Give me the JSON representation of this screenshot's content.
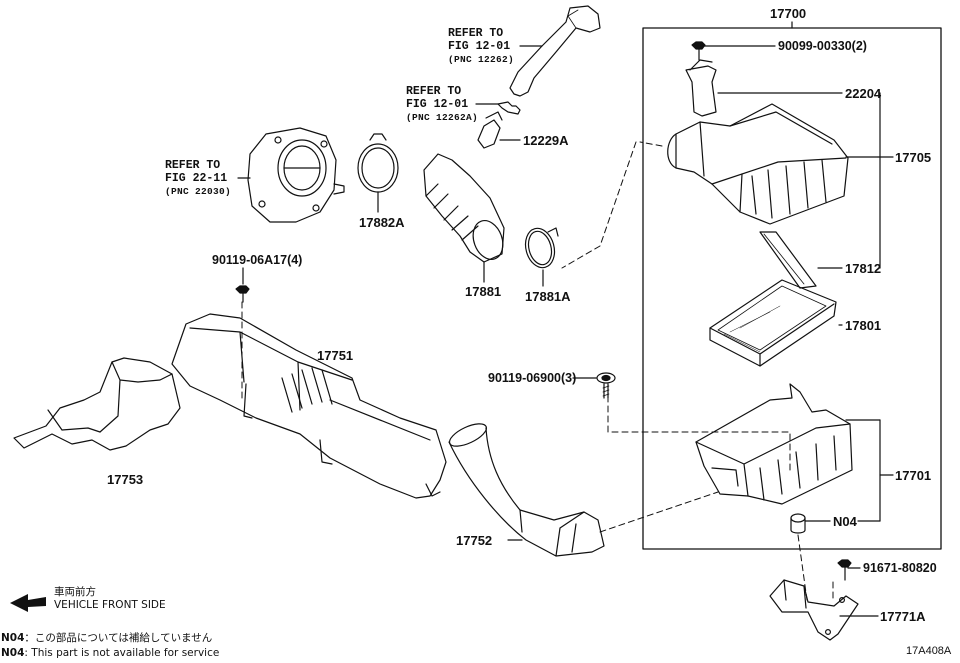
{
  "callouts": {
    "c17700": "17700",
    "c90099": "90099-00330(2)",
    "c22204": "22204",
    "c17705": "17705",
    "c17812": "17812",
    "c17801": "17801",
    "c17701": "17701",
    "cN04": "N04",
    "c91671": "91671-80820",
    "c17771A": "17771A",
    "c90119_06900": "90119-06900(3)",
    "c17752": "17752",
    "c17751": "17751",
    "c17753": "17753",
    "c90119_06A17": "90119-06A17(4)",
    "c17881": "17881",
    "c17881A": "17881A",
    "c17882A": "17882A",
    "c12229A": "12229A"
  },
  "refs": {
    "r1": {
      "l1": "REFER TO",
      "l2": "FIG 12-01",
      "l3": "(PNC 12262)"
    },
    "r2": {
      "l1": "REFER TO",
      "l2": "FIG 12-01",
      "l3": "(PNC 12262A)"
    },
    "r3": {
      "l1": "REFER TO",
      "l2": "FIG 22-11",
      "l3": "(PNC 22030)"
    }
  },
  "front": {
    "jp": "車両前方",
    "en": "VEHICLE FRONT SIDE"
  },
  "notes": {
    "tag": "N04",
    "jp": "：この部品については補給していません",
    "en": ": This part is not available for service"
  },
  "diagram_code": "17A408A"
}
